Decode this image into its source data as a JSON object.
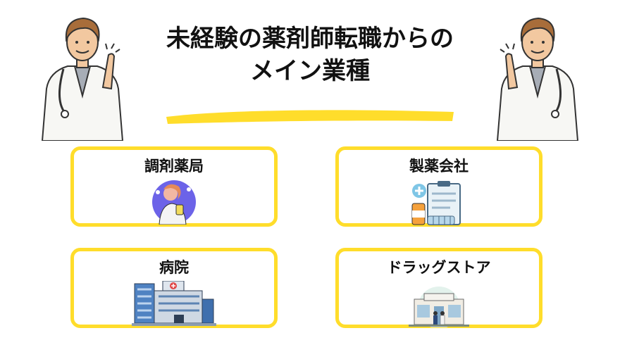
{
  "title": {
    "line1": "未経験の薬剤師転職からの",
    "line2": "メイン業種"
  },
  "colors": {
    "accent_yellow": "#ffdd2b",
    "text": "#111111",
    "border": "#ffdd2b"
  },
  "cards": [
    {
      "label": "調剤薬局",
      "icon": "pharmacist-icon"
    },
    {
      "label": "製薬会社",
      "icon": "clipboard-medicine-icon"
    },
    {
      "label": "病院",
      "icon": "hospital-building-icon"
    },
    {
      "label": "ドラッグストア",
      "icon": "pharmacy-store-icon"
    }
  ]
}
